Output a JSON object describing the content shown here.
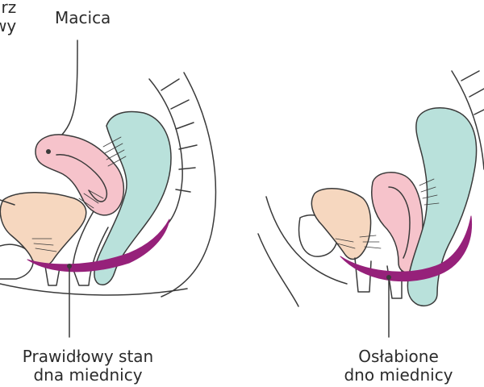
{
  "labels": {
    "bladder_line1": "rz",
    "bladder_line2": "wy",
    "uterus": "Macica",
    "normal_line1": "Prawidłowy stan",
    "normal_line2": "dna miednicy",
    "weakened_line1": "Osłabione",
    "weakened_line2": "dno miednicy"
  },
  "colors": {
    "outline": "#3a3a3a",
    "bladder": "#f6d7bf",
    "uterus": "#f6c3cb",
    "rectum": "#b9e1db",
    "pelvic_floor": "#96217a",
    "text": "#2b2b2b"
  }
}
